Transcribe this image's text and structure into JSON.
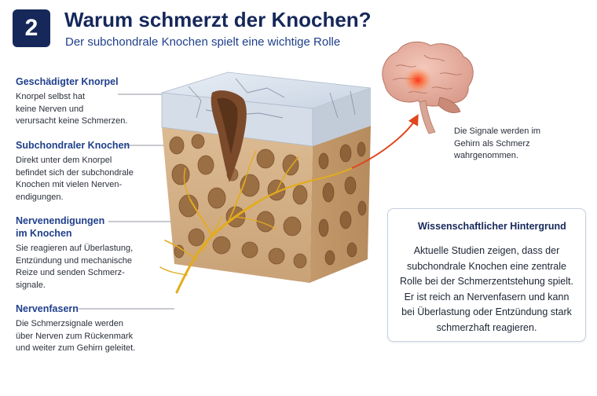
{
  "header": {
    "number": "2",
    "title": "Warum schmerzt der Knochen?",
    "subtitle": "Der subchondrale Knochen spielt eine wichtige Rolle"
  },
  "labels": [
    {
      "title": "Geschädigter Knorpel",
      "lines": [
        "Knorpel selbst hat",
        "keine Nerven und",
        "verursacht keine Schmerzen."
      ]
    },
    {
      "title": "Subchondraler Knochen",
      "lines": [
        "Direkt unter dem Knorpel",
        "befindet sich der subchondrale",
        "Knochen mit vielen Nerven-",
        "endigungen."
      ]
    },
    {
      "title_lines": [
        "Nervenendigungen",
        "im Knochen"
      ],
      "lines": [
        "Sie reagieren auf Überlastung,",
        "Entzündung und mechanische",
        "Reize und senden Schmerz-",
        "signale."
      ]
    },
    {
      "title": "Nervenfasern",
      "lines": [
        "Die Schmerzsignale werden",
        "über Nerven zum Rückenmark",
        "und weiter zum Gehirn geleitet."
      ]
    }
  ],
  "brain_note": {
    "lines": [
      "Die Signale werden im",
      "Gehirn als Schmerz",
      "wahrgenommen."
    ]
  },
  "info_box": {
    "icon": "lightbulb-icon",
    "title": "Wissenschaftlicher Hintergrund",
    "lines": [
      "Aktuelle Studien zeigen, dass der",
      "subchondrale Knochen eine zentrale",
      "Rolle bei der Schmerzentstehung spielt.",
      "Er ist reich an Nervenfasern und kann",
      "bei Überlastung oder Entzündung stark",
      "schmerzhaft reagieren."
    ]
  },
  "colors": {
    "navy": "#16285a",
    "blue": "#1f3f8c",
    "nerve": "#e2ac1c",
    "signal": "#e0461e",
    "bone": "#d8b68c",
    "cartilage": "#dfe6ef"
  }
}
